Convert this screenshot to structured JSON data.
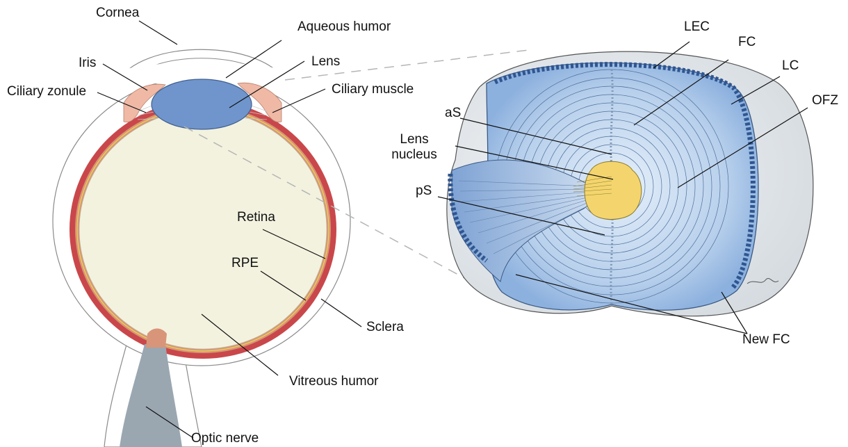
{
  "labels": {
    "cornea": "Cornea",
    "aqueous_humor": "Aqueous humor",
    "iris": "Iris",
    "lens": "Lens",
    "ciliary_zonule": "Ciliary zonule",
    "ciliary_muscle": "Ciliary muscle",
    "retina": "Retina",
    "rpe": "RPE",
    "sclera": "Sclera",
    "vitreous_humor": "Vitreous humor",
    "optic_nerve": "Optic nerve",
    "lec": "LEC",
    "fc": "FC",
    "lc": "LC",
    "ofz": "OFZ",
    "as": "aS",
    "lens_nucleus_1": "Lens",
    "lens_nucleus_2": "nucleus",
    "ps": "pS",
    "new_fc": "New FC"
  },
  "colors": {
    "sclera": "#ffffff",
    "choroid_red": "#c9474a",
    "retina_tan": "#d9957a",
    "vitreous": "#f3f2df",
    "lens_blue": "#6f95cc",
    "iris_pink": "#efb9a6",
    "optic_nerve": "#9aa7b1",
    "fiber_light": "#c9dcef",
    "fiber_mid": "#a9c4e6",
    "nucleus_yellow": "#f4d56d",
    "capsule_gray": "#e3e7eb"
  }
}
